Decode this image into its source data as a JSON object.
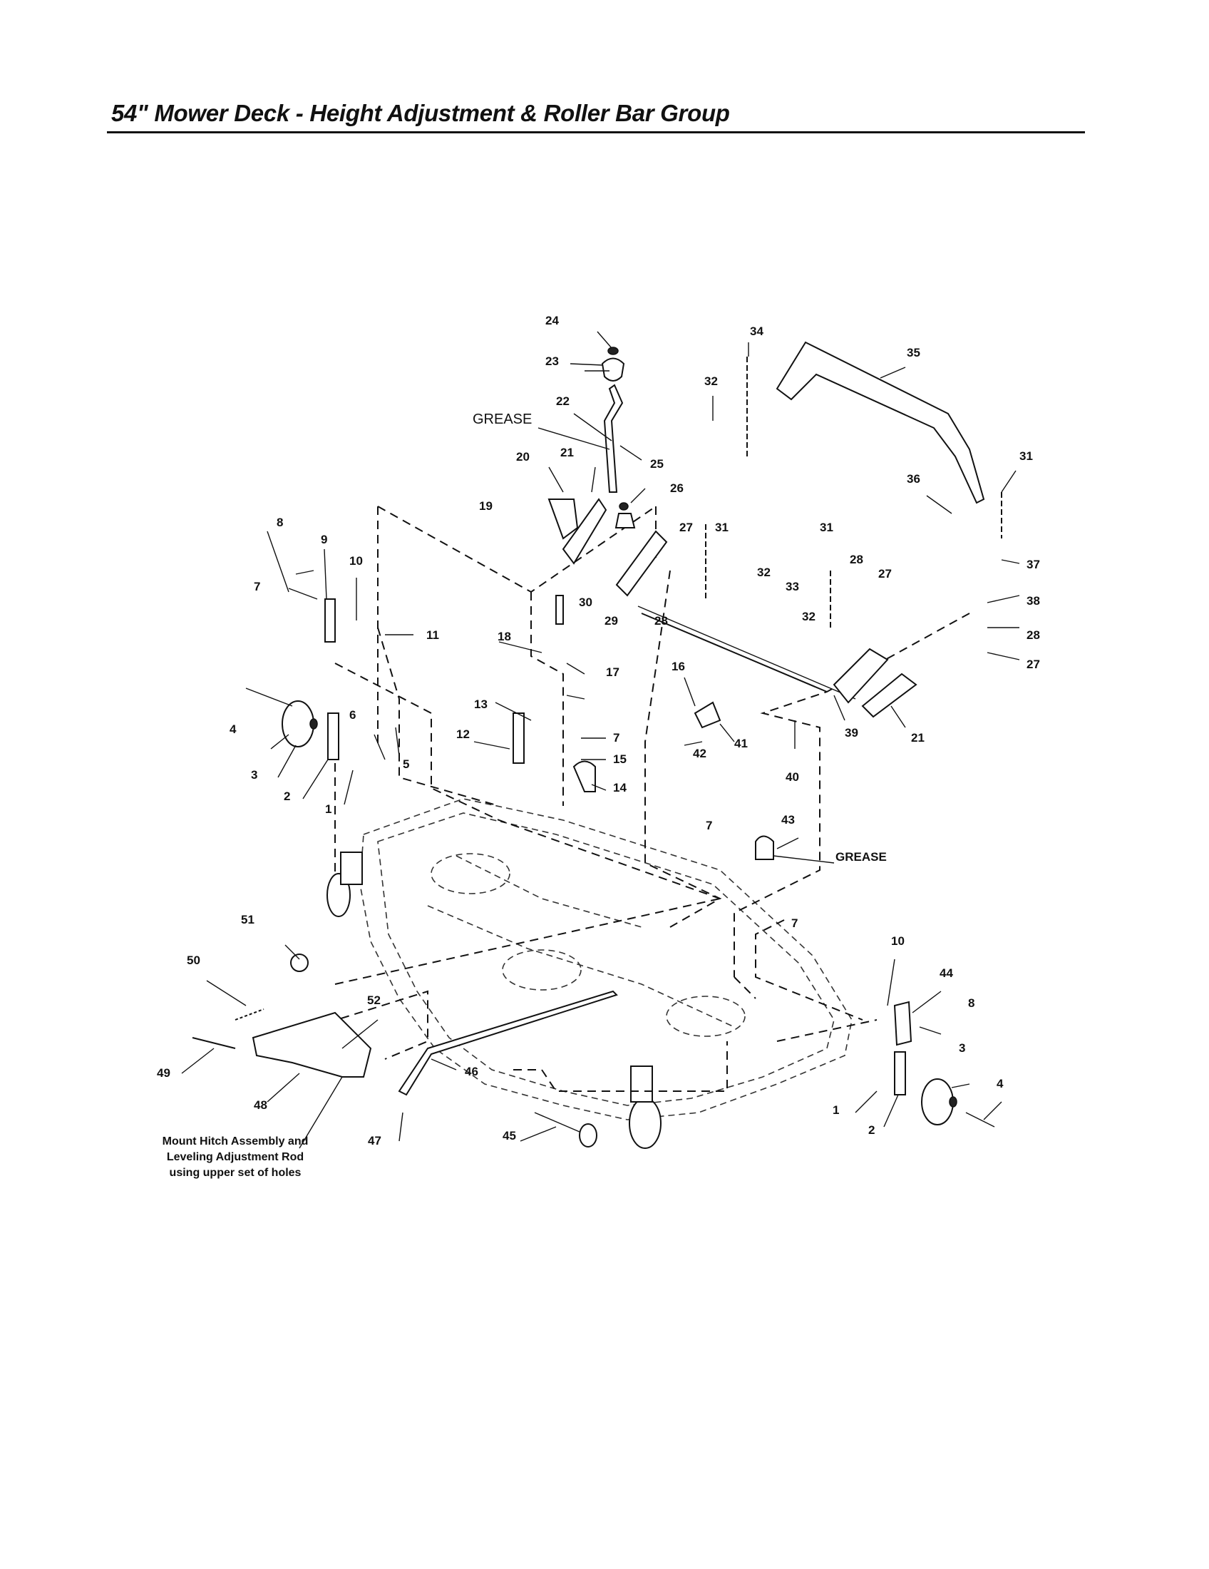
{
  "title": "54\" Mower Deck - Height Adjustment & Roller Bar Group",
  "note": {
    "line1": "Mount Hitch Assembly and",
    "line2": "Leveling Adjustment Rod",
    "line3": "using upper set of holes"
  },
  "grease_labels": [
    "GREASE",
    "GREASE"
  ],
  "part_callouts": [
    "1",
    "2",
    "3",
    "4",
    "5",
    "6",
    "7",
    "8",
    "9",
    "10",
    "11",
    "12",
    "13",
    "14",
    "15",
    "16",
    "17",
    "18",
    "19",
    "20",
    "21",
    "22",
    "23",
    "24",
    "25",
    "26",
    "27",
    "28",
    "29",
    "30",
    "31",
    "32",
    "33",
    "34",
    "35",
    "36",
    "37",
    "38",
    "39",
    "40",
    "41",
    "42",
    "43",
    "44",
    "45",
    "46",
    "47",
    "48",
    "49",
    "50",
    "51",
    "52"
  ]
}
